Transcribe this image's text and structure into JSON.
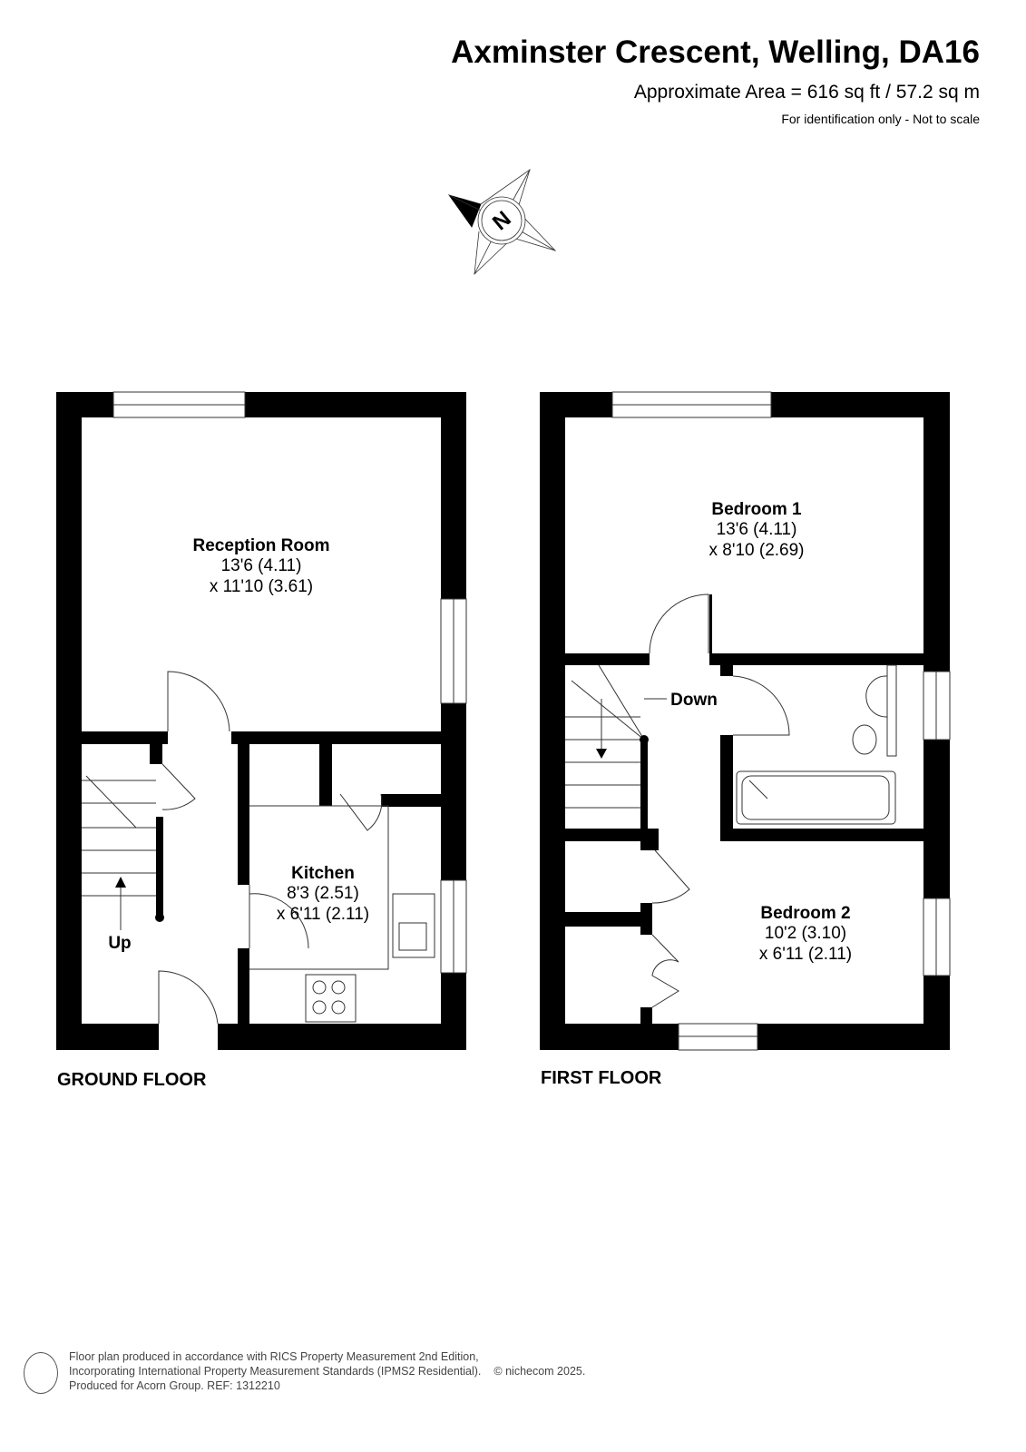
{
  "header": {
    "title": "Axminster Crescent, Welling, DA16",
    "area": "Approximate Area = 616 sq ft / 57.2 sq m",
    "disclaimer": "For identification only - Not to scale"
  },
  "compass": {
    "label": "N"
  },
  "ground_floor": {
    "label": "GROUND FLOOR",
    "stairs_label": "Up",
    "rooms": [
      {
        "name": "Reception Room",
        "dim1": "13'6 (4.11)",
        "dim2": "x 11'10 (3.61)"
      },
      {
        "name": "Kitchen",
        "dim1": "8'3 (2.51)",
        "dim2": "x 6'11 (2.11)"
      }
    ]
  },
  "first_floor": {
    "label": "FIRST FLOOR",
    "stairs_label": "Down",
    "rooms": [
      {
        "name": "Bedroom 1",
        "dim1": "13'6 (4.11)",
        "dim2": "x 8'10 (2.69)"
      },
      {
        "name": "Bedroom 2",
        "dim1": "10'2 (3.10)",
        "dim2": "x 6'11 (2.11)"
      }
    ]
  },
  "footer": {
    "line1": "Floor plan produced in accordance with RICS Property Measurement 2nd Edition,",
    "line2": "Incorporating International Property Measurement Standards (IPMS2 Residential).",
    "copyright": "© nichecom 2025.",
    "line3": "Produced for Acorn Group.   REF: 1312210"
  }
}
